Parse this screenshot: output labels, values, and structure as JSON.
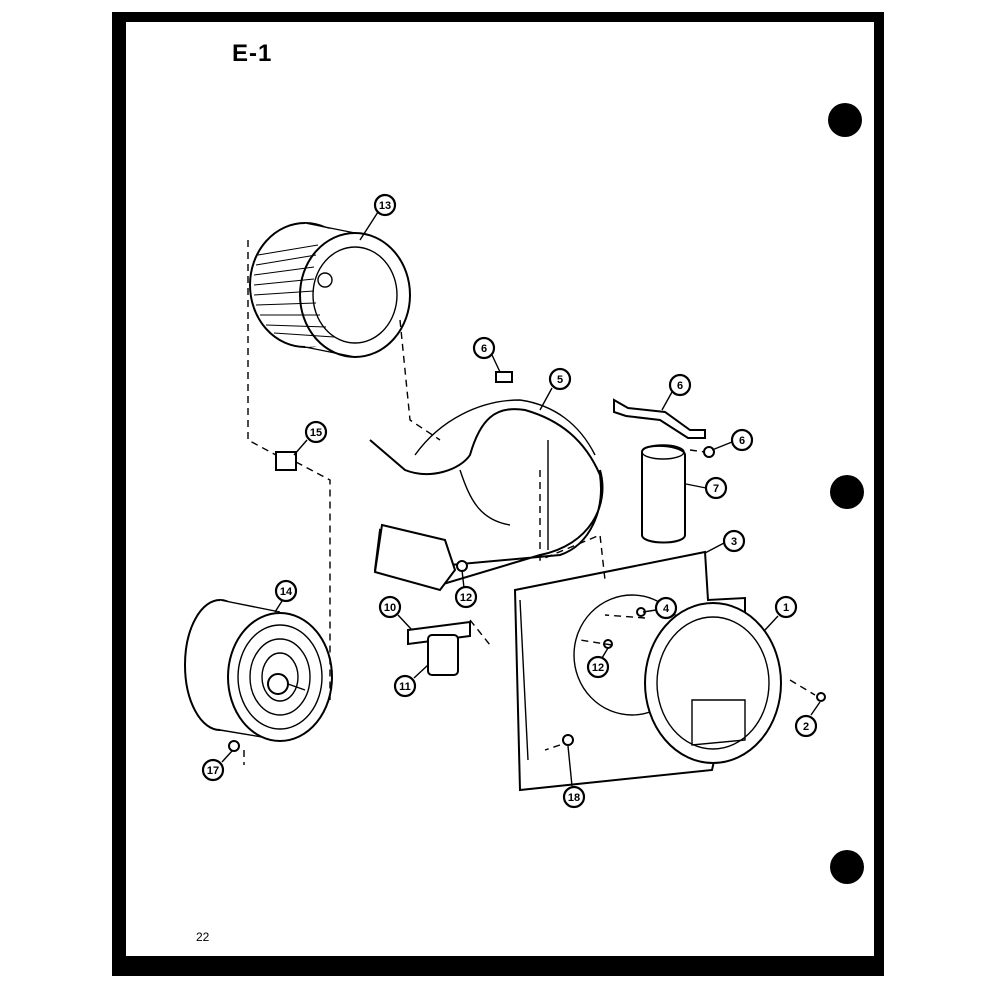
{
  "page": {
    "title": "E-1",
    "page_number": "22"
  },
  "parts": [
    {
      "id": "part-1",
      "label": "1"
    },
    {
      "id": "part-2",
      "label": "2"
    },
    {
      "id": "part-3",
      "label": "3"
    },
    {
      "id": "part-4",
      "label": "4"
    },
    {
      "id": "part-5",
      "label": "5"
    },
    {
      "id": "part-6a",
      "label": "6"
    },
    {
      "id": "part-6b",
      "label": "6"
    },
    {
      "id": "part-6c",
      "label": "6"
    },
    {
      "id": "part-7",
      "label": "7"
    },
    {
      "id": "part-10",
      "label": "10"
    },
    {
      "id": "part-11",
      "label": "11"
    },
    {
      "id": "part-12a",
      "label": "12"
    },
    {
      "id": "part-12b",
      "label": "12"
    },
    {
      "id": "part-13",
      "label": "13"
    },
    {
      "id": "part-14",
      "label": "14"
    },
    {
      "id": "part-15",
      "label": "15"
    },
    {
      "id": "part-17",
      "label": "17"
    },
    {
      "id": "part-18",
      "label": "18"
    }
  ]
}
